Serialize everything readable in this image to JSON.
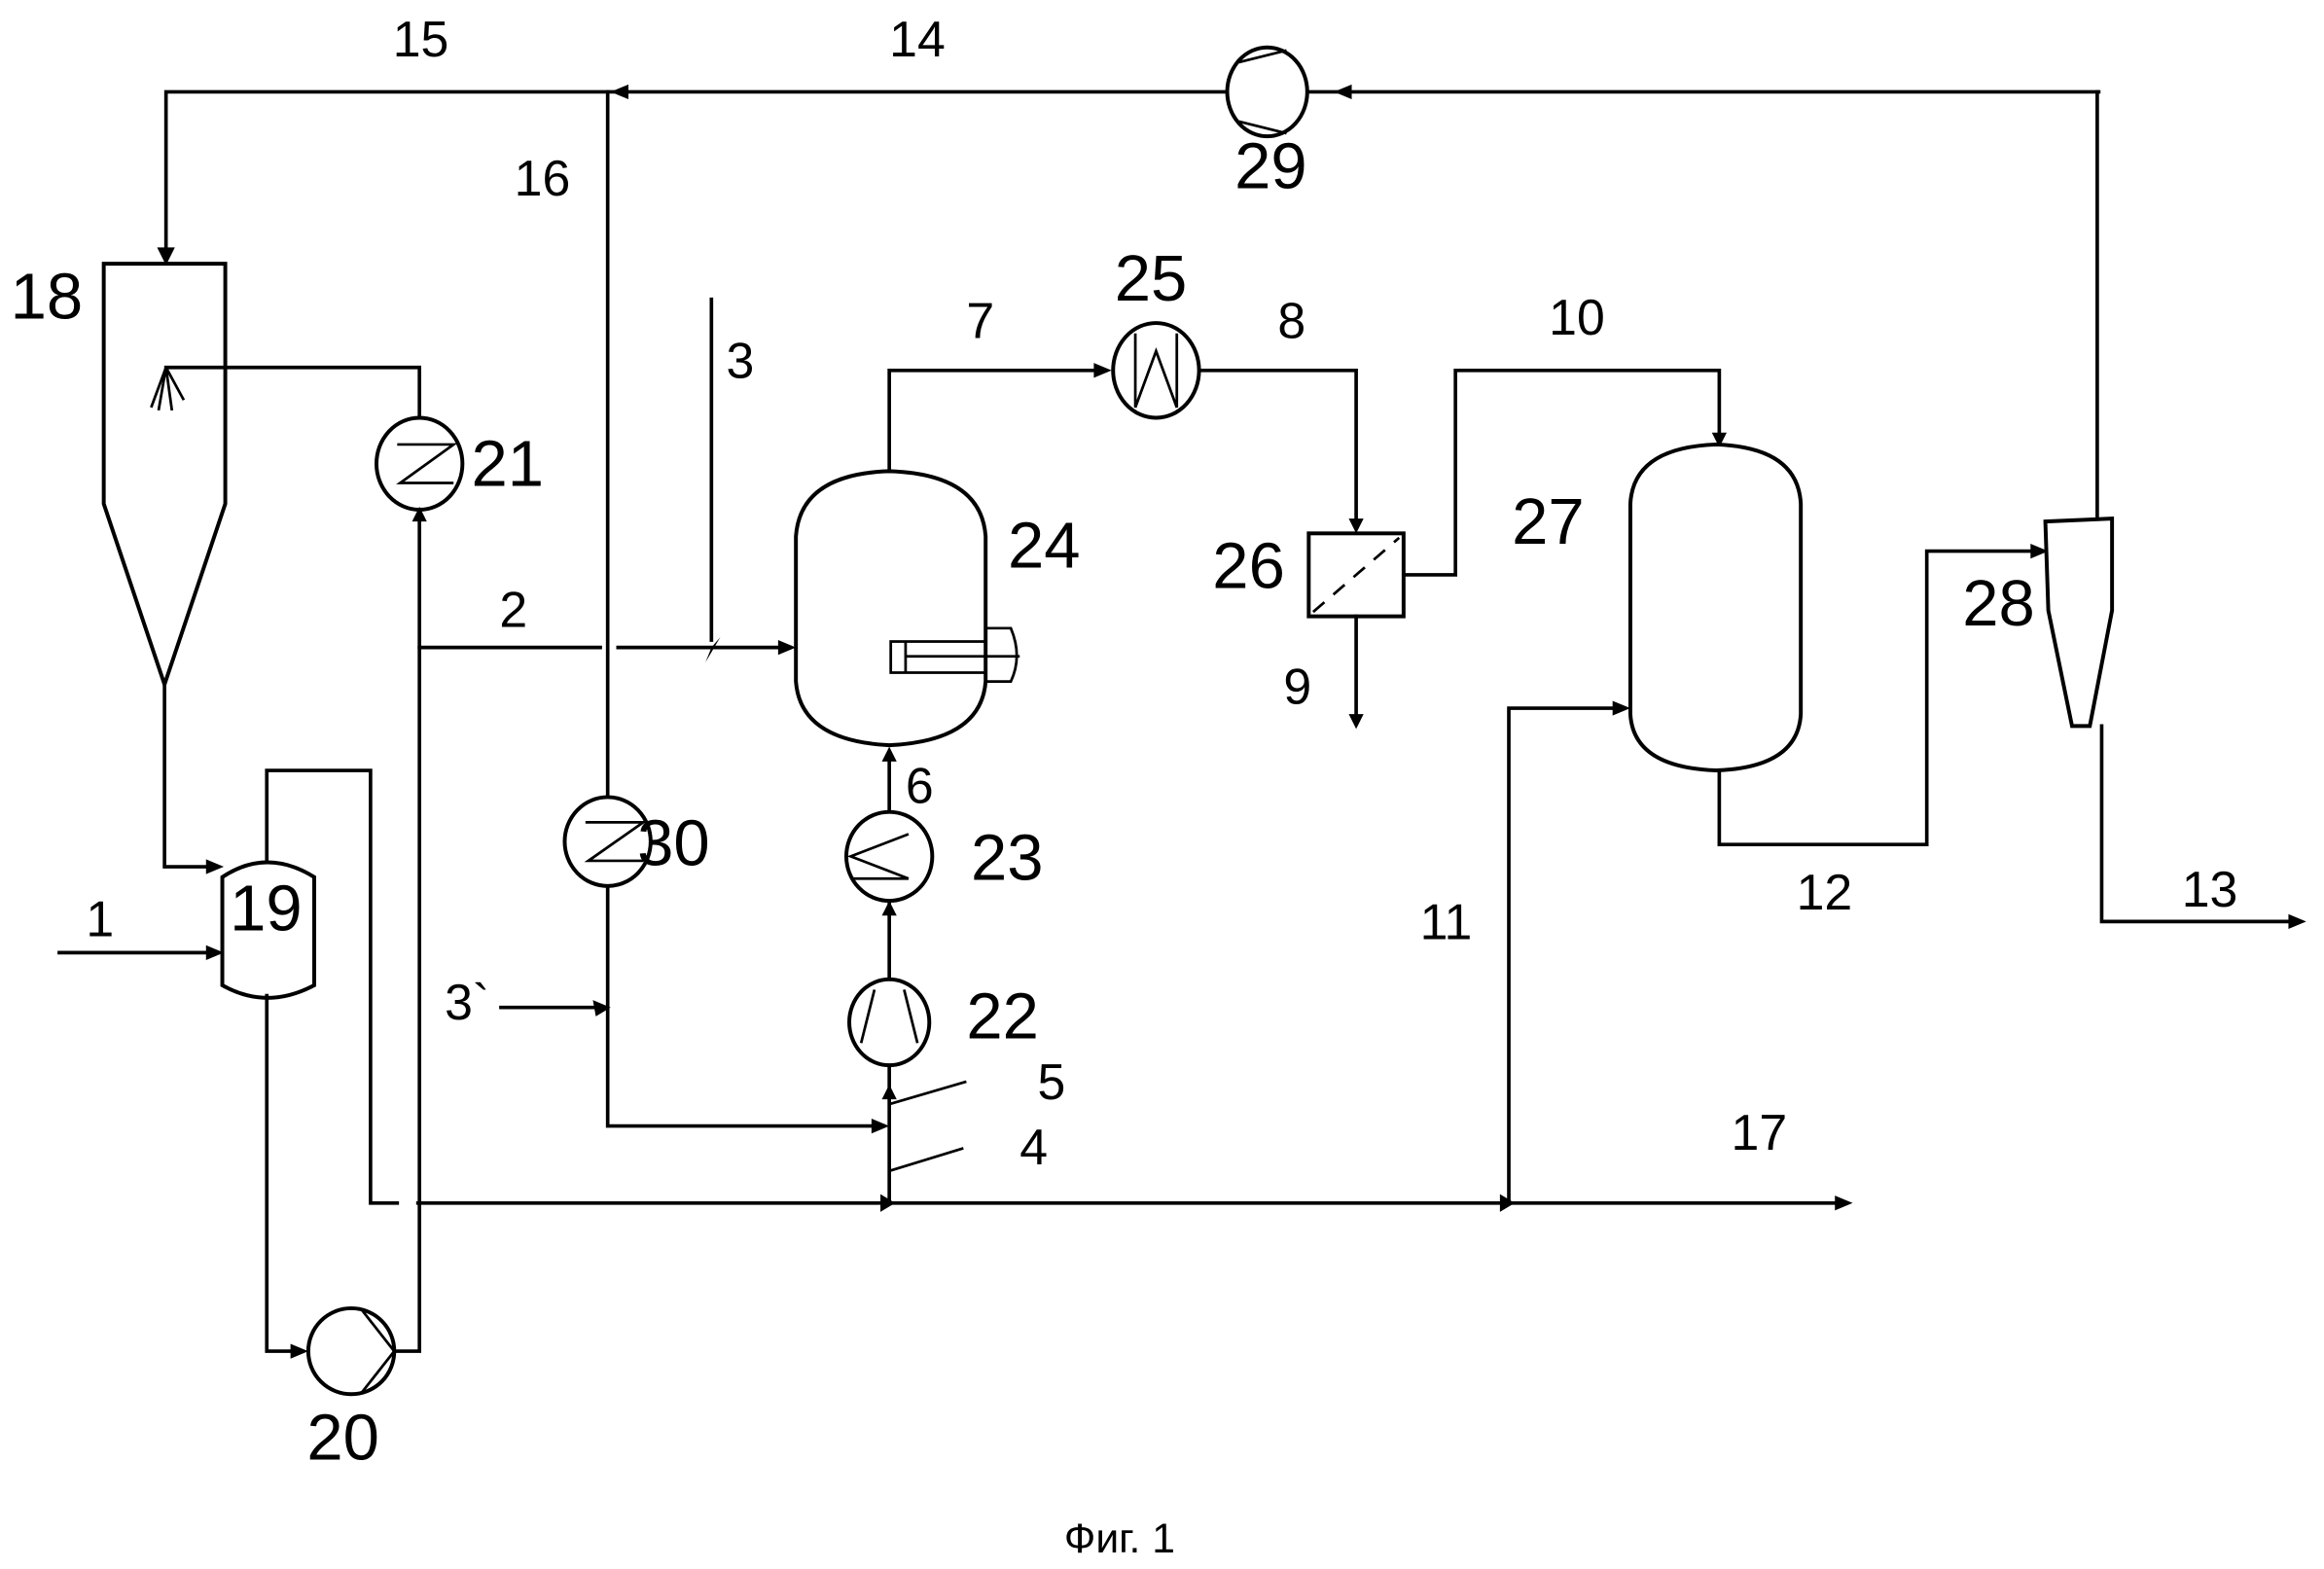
{
  "caption": "Фиг. 1",
  "colors": {
    "line": "#000000",
    "background": "#ffffff"
  },
  "equipment": {
    "e18": {
      "label": "18",
      "type": "spray-tower"
    },
    "e19": {
      "label": "19",
      "type": "vessel"
    },
    "e20": {
      "label": "20",
      "type": "pump"
    },
    "e21": {
      "label": "21",
      "type": "heat-exchanger"
    },
    "e22": {
      "label": "22",
      "type": "compressor"
    },
    "e23": {
      "label": "23",
      "type": "heat-exchanger"
    },
    "e24": {
      "label": "24",
      "type": "reactor-with-stirrer"
    },
    "e25": {
      "label": "25",
      "type": "heat-exchanger"
    },
    "e26": {
      "label": "26",
      "type": "filter"
    },
    "e27": {
      "label": "27",
      "type": "vessel"
    },
    "e28": {
      "label": "28",
      "type": "cyclone"
    },
    "e29": {
      "label": "29",
      "type": "compressor"
    },
    "e30": {
      "label": "30",
      "type": "heat-exchanger"
    }
  },
  "streams": {
    "s1": "1",
    "s2": "2",
    "s3": "3",
    "s3p": "3`",
    "s4": "4",
    "s5": "5",
    "s6": "6",
    "s7": "7",
    "s8": "8",
    "s9": "9",
    "s10": "10",
    "s11": "11",
    "s12": "12",
    "s13": "13",
    "s14": "14",
    "s15": "15",
    "s16": "16",
    "s17": "17"
  }
}
